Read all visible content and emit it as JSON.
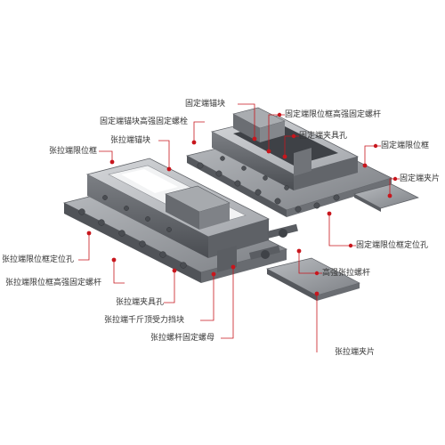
{
  "colors": {
    "background": "#ffffff",
    "leader": "#c8161d",
    "text": "#333333",
    "metal": "#8a8d92",
    "metal_dark": "#54575c",
    "metal_light": "#c3c6ca"
  },
  "labels": {
    "fixed_anchor_block": "固定端锚块",
    "fixed_limit_frame_bolt": "固定端限位框高强固定螺杆",
    "fixed_anchor_bolt": "固定端锚块高强固定螺栓",
    "fixed_clamp_hole": "固定端夹具孔",
    "tension_anchor_block": "张拉端锚块",
    "fixed_limit_frame": "固定端限位框",
    "tension_limit_frame": "张拉端限位框",
    "fixed_clamp_plate": "固定端夹片",
    "fixed_limit_frame_hole": "固定端限位框定位孔",
    "tension_limit_frame_hole": "张拉端限位框定位孔",
    "high_strength_tension_rod": "高强张拉螺杆",
    "tension_limit_frame_bolt": "张拉端限位框高强固定螺杆",
    "tension_clamp_hole": "张拉端夹具孔",
    "tension_jack_stop": "张拉端千斤顶受力挡块",
    "tension_rod_nut": "张拉螺杆固定螺母",
    "tension_clamp_plate": "张拉端夹片"
  }
}
